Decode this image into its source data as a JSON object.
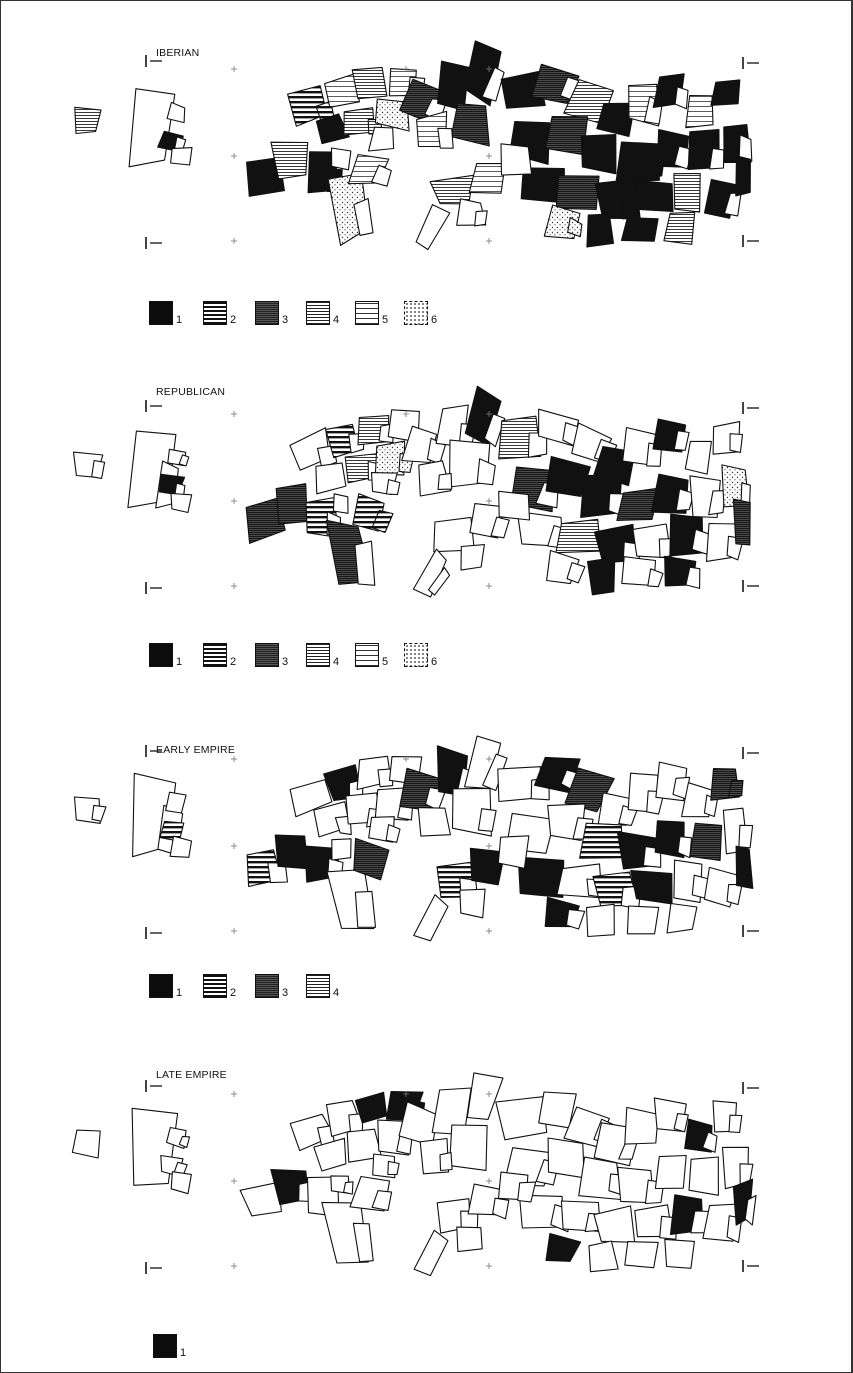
{
  "figure": {
    "panels": [
      {
        "id": "iberian",
        "title": "IBERIAN",
        "legend": [
          {
            "label": "1",
            "pattern": "solid-black"
          },
          {
            "label": "2",
            "pattern": "bold-horizontal-stripes"
          },
          {
            "label": "3",
            "pattern": "dense-dark-hatch"
          },
          {
            "label": "4",
            "pattern": "fine-horizontal-lines"
          },
          {
            "label": "5",
            "pattern": "sparse-horizontal-lines"
          },
          {
            "label": "6",
            "pattern": "dotted"
          }
        ]
      },
      {
        "id": "republican",
        "title": "REPUBLICAN",
        "legend": [
          {
            "label": "1",
            "pattern": "solid-black"
          },
          {
            "label": "2",
            "pattern": "bold-horizontal-stripes"
          },
          {
            "label": "3",
            "pattern": "dense-dark-hatch"
          },
          {
            "label": "4",
            "pattern": "fine-horizontal-lines"
          },
          {
            "label": "5",
            "pattern": "sparse-horizontal-lines"
          },
          {
            "label": "6",
            "pattern": "dotted"
          }
        ]
      },
      {
        "id": "early-empire",
        "title": "EARLY EMPIRE",
        "legend": [
          {
            "label": "1",
            "pattern": "solid-black"
          },
          {
            "label": "2",
            "pattern": "bold-horizontal-stripes"
          },
          {
            "label": "3",
            "pattern": "dense-dark-hatch"
          },
          {
            "label": "4",
            "pattern": "fine-horizontal-lines"
          }
        ]
      },
      {
        "id": "late-empire",
        "title": "LATE EMPIRE",
        "legend": [
          {
            "label": "1",
            "pattern": "solid-black"
          }
        ]
      }
    ],
    "colors": {
      "ink": "#111111",
      "paper": "#ffffff"
    }
  }
}
